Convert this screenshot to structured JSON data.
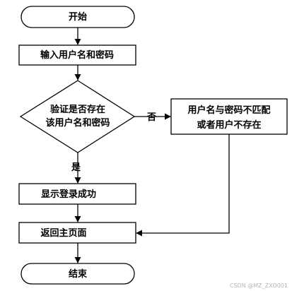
{
  "flowchart": {
    "start": "开始",
    "input": "输入用户名和密码",
    "decision_line1": "验证是否存在",
    "decision_line2": "该用户名和密码",
    "no_label": "否",
    "yes_label": "是",
    "error_line1": "用户名与密码不匹配",
    "error_line2": "或者用户不存在",
    "success": "显示登录成功",
    "return_home": "返回主页面",
    "end": "结束"
  },
  "watermark": "CSDN @MZ_ZXD001"
}
